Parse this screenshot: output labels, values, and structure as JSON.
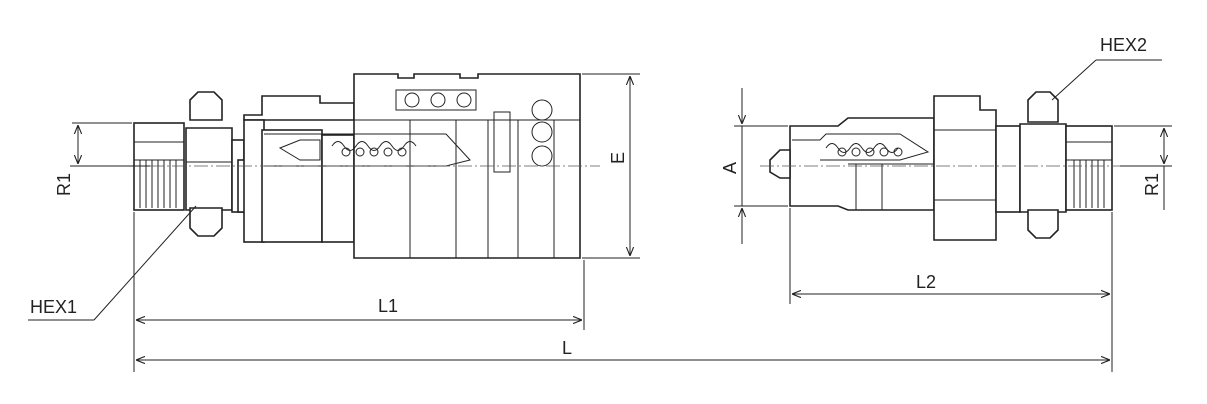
{
  "labels": {
    "hex1": "HEX1",
    "hex2": "HEX2",
    "r1_left": "R1",
    "r1_right": "R1",
    "e": "E",
    "a": "A",
    "l1": "L1",
    "l2": "L2",
    "l": "L"
  }
}
